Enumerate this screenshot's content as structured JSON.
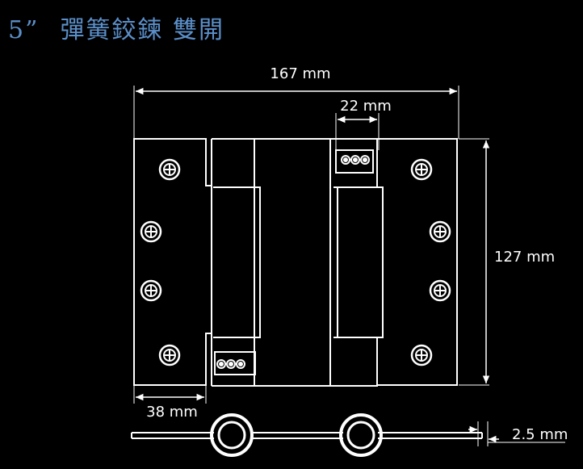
{
  "title": {
    "size": "5”",
    "name": "彈簧鉸鍊  雙開"
  },
  "dimensions": {
    "total_width": "167 mm",
    "spring_gap": "22 mm",
    "height": "127 mm",
    "leaf_width": "38 mm",
    "thickness": "2.5 mm"
  },
  "colors": {
    "background": "#000000",
    "outline": "#ffffff",
    "title": "#5b8fc9"
  },
  "icons": {
    "screw": "phillips-screw-hole-icon"
  }
}
